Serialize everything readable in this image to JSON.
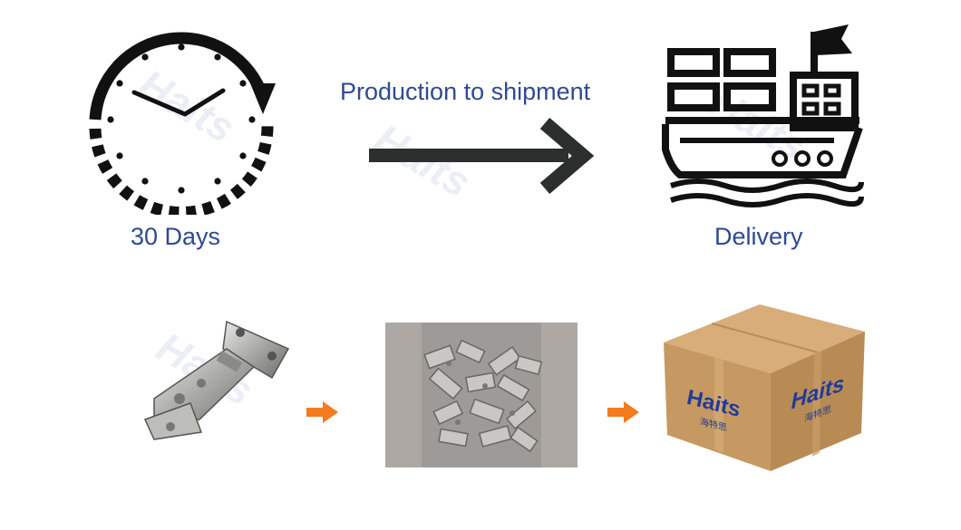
{
  "top_row": {
    "left_caption": "30 Days",
    "middle_caption": "Production to shipment",
    "right_caption": "Delivery"
  },
  "bottom_row": {
    "box_brand": "Haits",
    "box_brand_sub": "海特思"
  },
  "colors": {
    "caption": "#2f4a8f",
    "icon": "#111111",
    "arrow_big": "#2b2f2e",
    "arrow_small": "#f47b20",
    "brand_blue": "#1f3b9a",
    "box_cardboard": "#c89a64"
  }
}
